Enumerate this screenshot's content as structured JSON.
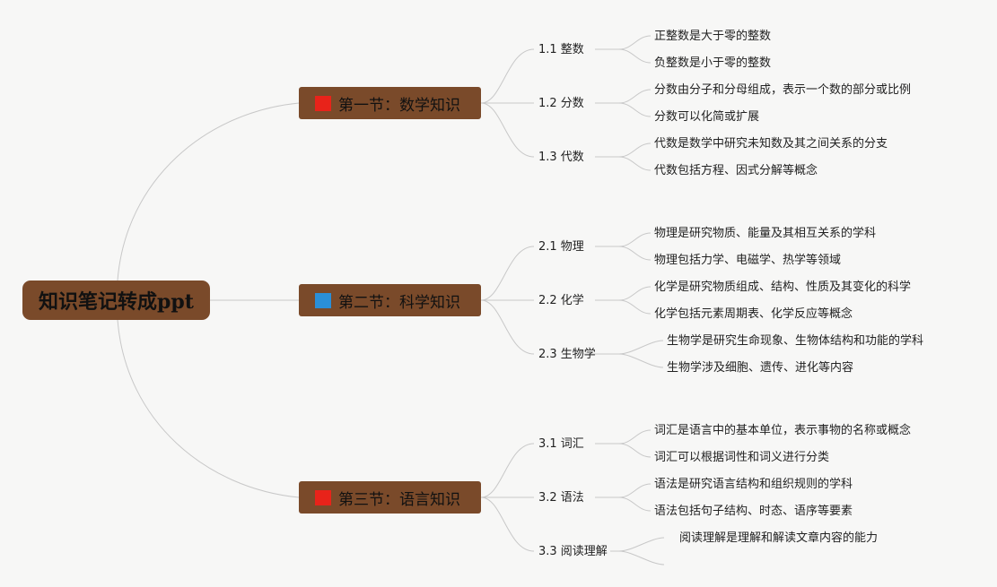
{
  "root": {
    "label": "知识笔记转成ppt"
  },
  "colors": {
    "node_fill": "#7a4a2a",
    "line": "#c8c8c8",
    "background": "#f7f7f6",
    "flag_red": "#e8231a",
    "flag_blue": "#2a8fd8"
  },
  "sections": [
    {
      "label": "第一节：数学知识",
      "flag_icon": "red-flag-icon",
      "topics": [
        {
          "label": "1.1 整数",
          "points": [
            "正整数是大于零的整数",
            "负整数是小于零的整数"
          ]
        },
        {
          "label": "1.2 分数",
          "points": [
            "分数由分子和分母组成，表示一个数的部分或比例",
            "分数可以化简或扩展"
          ]
        },
        {
          "label": "1.3 代数",
          "points": [
            "代数是数学中研究未知数及其之间关系的分支",
            "代数包括方程、因式分解等概念"
          ]
        }
      ]
    },
    {
      "label": "第二节：科学知识",
      "flag_icon": "blue-flag-icon",
      "topics": [
        {
          "label": "2.1 物理",
          "points": [
            "物理是研究物质、能量及其相互关系的学科",
            "物理包括力学、电磁学、热学等领域"
          ]
        },
        {
          "label": "2.2 化学",
          "points": [
            "化学是研究物质组成、结构、性质及其变化的科学",
            "化学包括元素周期表、化学反应等概念"
          ]
        },
        {
          "label": "2.3 生物学",
          "points": [
            "生物学是研究生命现象、生物体结构和功能的学科",
            "生物学涉及细胞、遗传、进化等内容"
          ]
        }
      ]
    },
    {
      "label": "第三节：语言知识",
      "flag_icon": "red-flag-icon",
      "topics": [
        {
          "label": "3.1 词汇",
          "points": [
            "词汇是语言中的基本单位，表示事物的名称或概念",
            "词汇可以根据词性和词义进行分类"
          ]
        },
        {
          "label": "3.2 语法",
          "points": [
            "语法是研究语言结构和组织规则的学科",
            "语法包括句子结构、时态、语序等要素"
          ]
        },
        {
          "label": "3.3 阅读理解",
          "points": [
            "阅读理解是理解和解读文章内容的能力",
            ""
          ]
        }
      ]
    }
  ]
}
